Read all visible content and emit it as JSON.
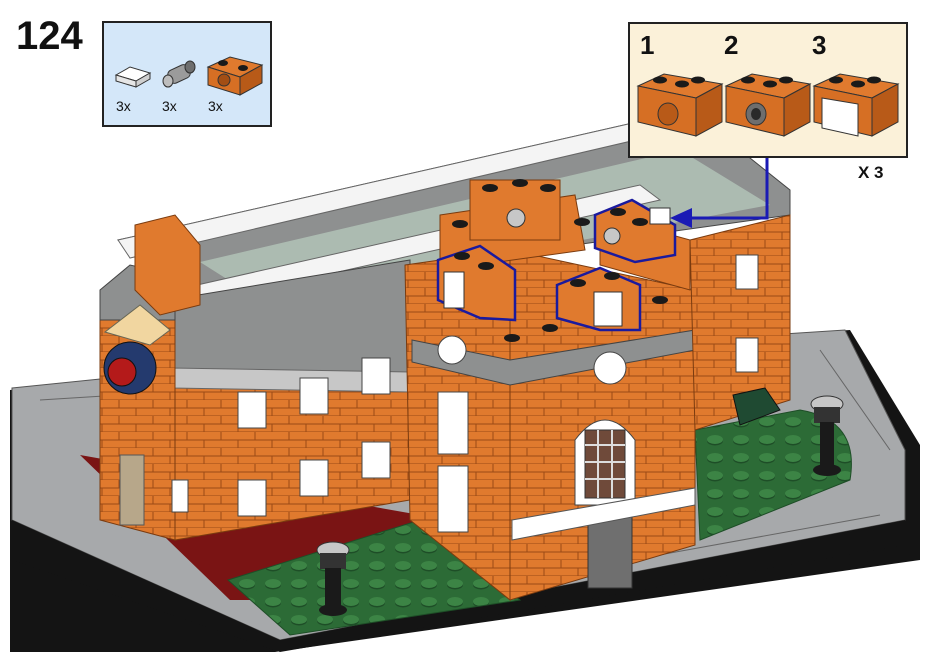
{
  "step": {
    "number": "124"
  },
  "parts_list": {
    "items": [
      {
        "name": "white-tile-1x1",
        "qty": "3x"
      },
      {
        "name": "grey-technic-pin",
        "qty": "3x"
      },
      {
        "name": "orange-technic-brick-1x2",
        "qty": "3x"
      }
    ]
  },
  "substeps": {
    "labels": [
      "1",
      "2",
      "3"
    ],
    "repeat": "X 3"
  },
  "colors": {
    "brick_orange": "#e07a2e",
    "parts_box_bg": "#d4e7f9",
    "substep_box_bg": "#fbf1d9",
    "highlight_blue": "#1a1aa8",
    "roof_grey": "#8e9090",
    "lawn_green": "#2c6b36",
    "base_grey": "#a7a9ab",
    "base_black": "#141414",
    "dark_red": "#7a1414"
  }
}
